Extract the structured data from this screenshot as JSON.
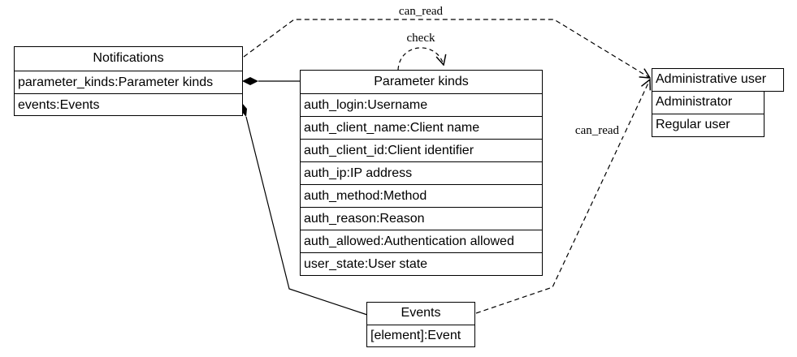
{
  "notifications": {
    "title": "Notifications",
    "fields": [
      "parameter_kinds:Parameter kinds",
      "events:Events"
    ]
  },
  "parameter_kinds": {
    "title": "Parameter kinds",
    "fields": [
      "auth_login:Username",
      "auth_client_name:Client name",
      "auth_client_id:Client identifier",
      "auth_ip:IP address",
      "auth_method:Method",
      "auth_reason:Reason",
      "auth_allowed:Authentication allowed",
      "user_state:User state"
    ]
  },
  "admin_user": {
    "title": "Administrative user",
    "subtypes": [
      "Administrator",
      "Regular user"
    ]
  },
  "events": {
    "title": "Events",
    "fields": [
      "[element]:Event"
    ]
  },
  "relations": {
    "notif_can_read": "can_read",
    "events_can_read": "can_read",
    "self_check": "check"
  }
}
